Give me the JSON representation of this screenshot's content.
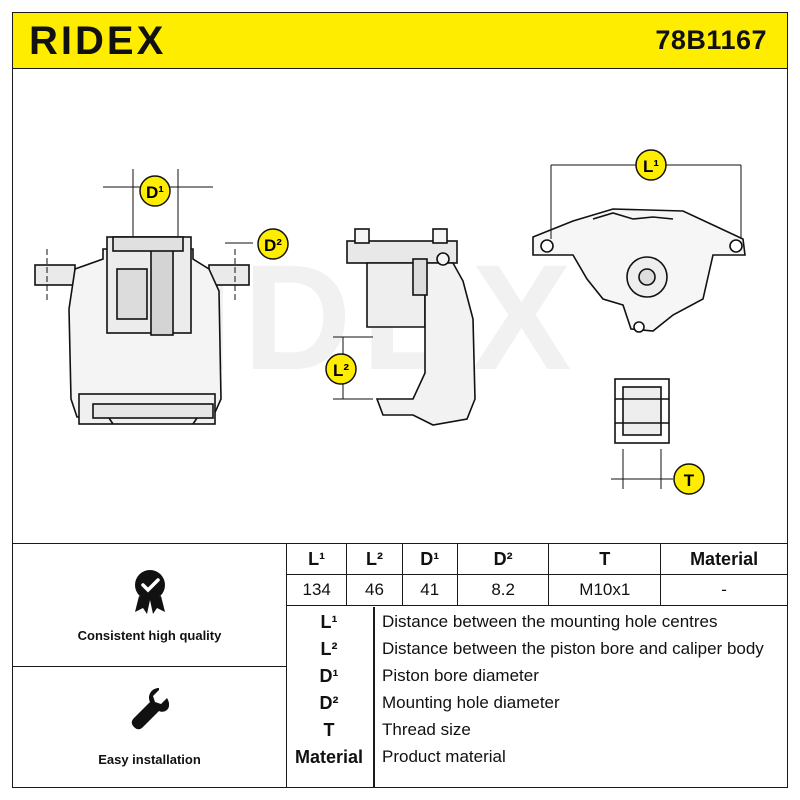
{
  "header": {
    "brand": "RIDEX",
    "part_number": "78B1167"
  },
  "drawing": {
    "labels": {
      "d1": "D¹",
      "d2": "D²",
      "l1": "L¹",
      "l2": "L²",
      "t": "T"
    },
    "watermark": "RIDEX",
    "accent_color": "#ffed00"
  },
  "features": [
    {
      "icon": "quality-badge-icon",
      "label": "Consistent high quality"
    },
    {
      "icon": "wrench-icon",
      "label": "Easy installation"
    }
  ],
  "spec_table": {
    "headers": [
      "L¹",
      "L²",
      "D¹",
      "D²",
      "T",
      "Material"
    ],
    "values": [
      "134",
      "46",
      "41",
      "8.2",
      "M10x1",
      "-"
    ]
  },
  "legend": [
    {
      "key": "L¹",
      "desc": "Distance between the mounting hole centres"
    },
    {
      "key": "L²",
      "desc": "Distance between the piston bore and caliper body"
    },
    {
      "key": "D¹",
      "desc": "Piston bore diameter"
    },
    {
      "key": "D²",
      "desc": "Mounting hole diameter"
    },
    {
      "key": "T",
      "desc": "Thread size"
    },
    {
      "key": "Material",
      "desc": "Product material"
    }
  ]
}
